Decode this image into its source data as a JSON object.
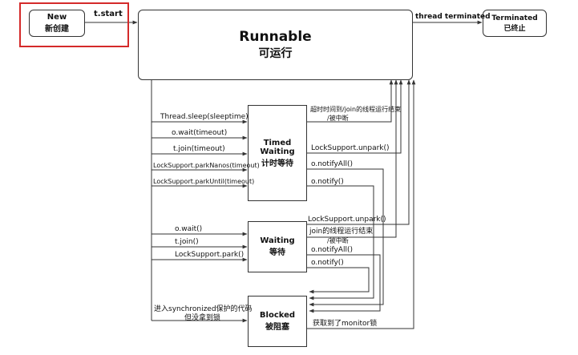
{
  "states": {
    "new": {
      "title": "New",
      "sub": "新创建"
    },
    "runnable": {
      "title": "Runnable",
      "sub": "可运行"
    },
    "terminated": {
      "title": "Terminated",
      "sub": "已终止"
    },
    "timed_waiting": {
      "title": "Timed Waiting",
      "sub": "计时等待"
    },
    "waiting": {
      "title": "Waiting",
      "sub": "等待"
    },
    "blocked": {
      "title": "Blocked",
      "sub": "被阻塞"
    }
  },
  "transitions": {
    "t_start": "t.start",
    "thread_terminated": "thread terminated",
    "sleep": "Thread.sleep(sleeptime)",
    "wait_timeout": "o.wait(timeout)",
    "join_timeout": "t.join(timeout)",
    "park_nanos": "LockSupport.parkNanos(timeout)",
    "park_until": "LockSupport.parkUntil(timeout)",
    "tw_return_1": "超时时间到/join的线程运行结束",
    "tw_return_2": "/被中断",
    "tw_unpark": "LockSupport.unpark()",
    "tw_notify_all": "o.notifyAll()",
    "tw_notify": "o.notify()",
    "wait": "o.wait()",
    "join": "t.join()",
    "park": "LockSupport.park()",
    "w_unpark": "LockSupport.unpark()",
    "w_return_1": "join的线程运行结束",
    "w_return_2": "/被中断",
    "w_notify_all": "o.notifyAll()",
    "w_notify": "o.notify()",
    "enter_sync_1": "进入synchronized保护的代码",
    "enter_sync_2": "但没拿到锁",
    "got_monitor": "获取到了monitor锁"
  },
  "colors": {
    "highlight": "#d42a2a",
    "line": "#333333"
  }
}
